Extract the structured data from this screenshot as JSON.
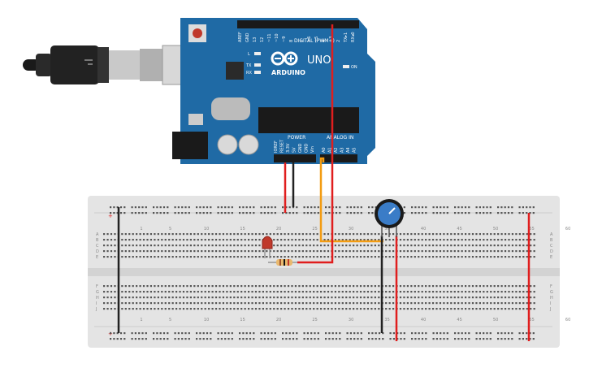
{
  "board": {
    "brand": "ARDUINO",
    "model": "UNO",
    "digital_label": "DIGITAL (PWM~)",
    "power_label": "POWER",
    "analog_label": "ANALOG IN",
    "on_label": "ON",
    "l_label": "L",
    "tx_label": "TX",
    "rx_label": "RX",
    "top_pin_labels": [
      "AREF",
      "GND",
      "13",
      "12",
      "~11",
      "~10",
      "~9",
      "8",
      "7",
      "~6",
      "~5",
      "4",
      "~3",
      "2",
      "TX▸1",
      "RX◂0"
    ],
    "power_pin_labels": [
      "IOREF",
      "RESET",
      "3.3V",
      "5V",
      "GND",
      "GND",
      "Vin"
    ],
    "analog_pin_labels": [
      "A0",
      "A1",
      "A2",
      "A3",
      "A4",
      "A5"
    ]
  },
  "breadboard": {
    "column_numbers": [
      "1",
      "5",
      "10",
      "15",
      "20",
      "25",
      "30",
      "35",
      "40",
      "45",
      "50",
      "55",
      "60"
    ],
    "row_letters_top": [
      "A",
      "B",
      "C",
      "D",
      "E"
    ],
    "row_letters_bottom": [
      "F",
      "G",
      "H",
      "I",
      "J"
    ],
    "plus_sign": "+",
    "minus_sign": "-"
  },
  "colors": {
    "board_blue": "#1f6aa5",
    "breadboard": "#e4e4e4",
    "wire_red": "#e01e1e",
    "wire_black": "#222222",
    "wire_orange": "#f39c12",
    "led_red": "#c0392b",
    "pot_blue": "#3a7cc7"
  },
  "components": {
    "usb": "usb-cable-icon",
    "led": "led-icon",
    "resistor": "resistor-icon",
    "potentiometer": "potentiometer-icon"
  }
}
